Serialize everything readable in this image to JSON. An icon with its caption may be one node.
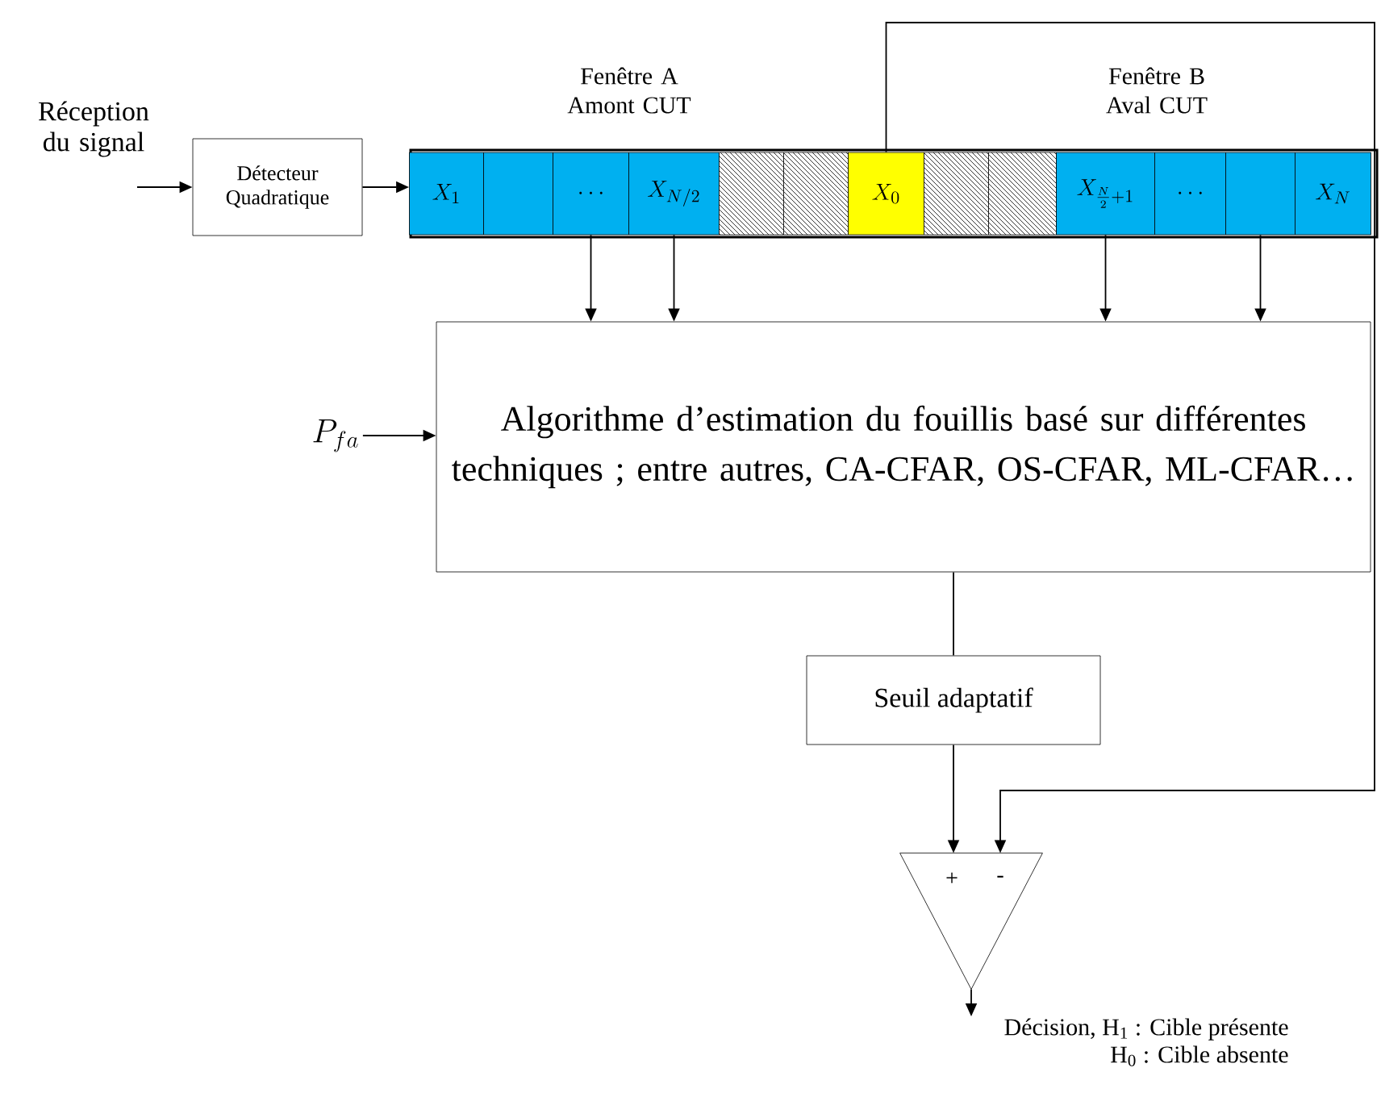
{
  "diagram": {
    "nodes": [
      {
        "text": [
          "Réception du signal"
        ]
      },
      {
        "text": [
          "Détecteur Quadratique"
        ]
      },
      {
        "text": [],
        "shape": "bar"
      },
      {
        "text": [
          "X_1"
        ],
        "in": 2
      },
      {
        "text": [],
        "shape": "box",
        "in": 2
      },
      {
        "text": [
          "\\cdots"
        ],
        "in": 2
      },
      {
        "text": [
          "X_{N/2}"
        ],
        "in": 2
      },
      {
        "text": [],
        "shape": "box",
        "in": 2
      },
      {
        "text": [],
        "shape": "box",
        "in": 2
      },
      {
        "text": [
          "X_0"
        ],
        "in": 2
      },
      {
        "text": [],
        "shape": "box",
        "in": 2
      },
      {
        "text": [],
        "shape": "box",
        "in": 2
      },
      {
        "text": [
          "X_{\\frac{N}{2}+1}"
        ],
        "in": 2
      },
      {
        "text": [
          "\\cdots"
        ],
        "in": 2
      },
      {
        "text": [],
        "shape": "box",
        "in": 2
      },
      {
        "text": [
          "X_N"
        ],
        "in": 2
      },
      {
        "text": [
          "Algorithme d’estimation du fouillis basé sur différentes techniques ; entre autres, CA-CFAR, OS-CFAR, ML-CFAR…"
        ]
      },
      {
        "text": [
          "P_{fa}"
        ]
      },
      {
        "text": [
          "Seuil adaptatif"
        ]
      },
      {
        "text": [
          "+",
          "-"
        ]
      },
      {
        "text": [
          "Décision, H$_{1}$ : Cible présente",
          "H$_{0}$ : Cible absente"
        ]
      }
    ],
    "edges": [
      {
        "from": 0,
        "to": 1,
        "arrow": "to"
      },
      {
        "from": 1,
        "to": 3,
        "arrow": "to"
      },
      {
        "from": 5,
        "to": 16,
        "arrow": "to"
      },
      {
        "from": 6,
        "to": 16,
        "arrow": "to"
      },
      {
        "from": 12,
        "to": 16,
        "arrow": "to"
      },
      {
        "from": 14,
        "to": 16,
        "arrow": "to"
      },
      {
        "from": 17,
        "to": 16,
        "arrow": "to"
      },
      {
        "from": 16,
        "to": 18,
        "arrow": "none"
      },
      {
        "from": 18,
        "to": 19,
        "arrow": "to"
      },
      {
        "from": 9,
        "to": 19,
        "arrow": "to"
      },
      {
        "from": 19,
        "to": 20,
        "arrow": "to"
      }
    ],
    "labels": [
      "Fenêtre A Amont CUT",
      "Fenêtre B Aval CUT"
    ]
  }
}
